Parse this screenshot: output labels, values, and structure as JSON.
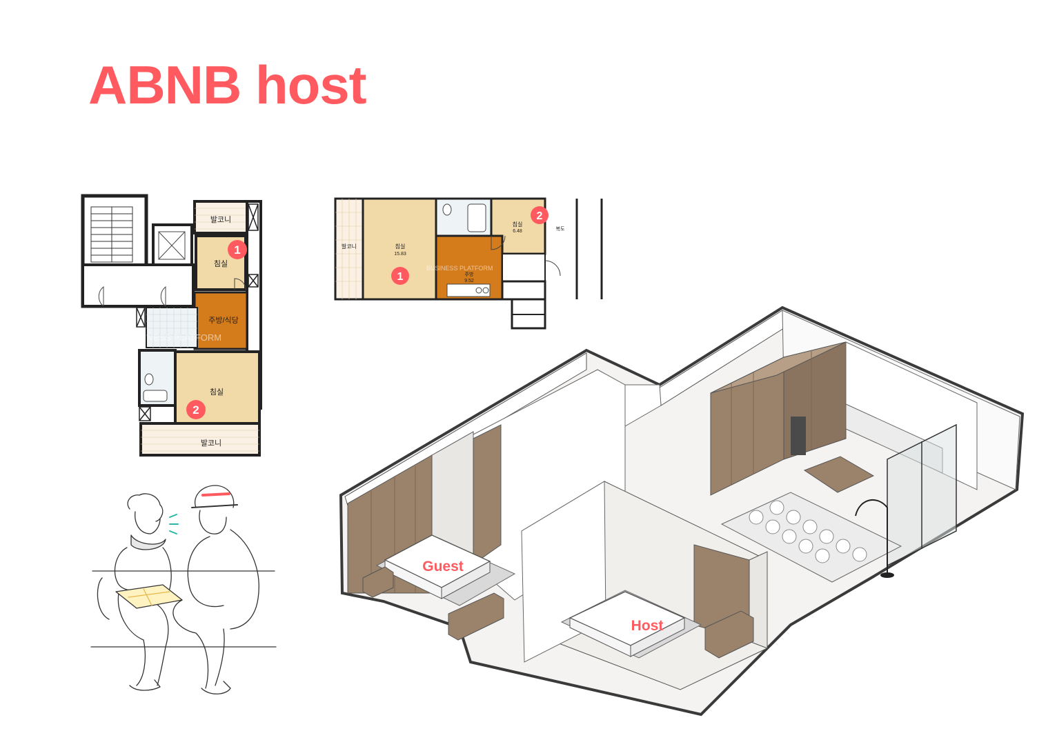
{
  "title": "ABNB host",
  "accent_color": "#ff5a5f",
  "plan_left": {
    "balcony_top": "발코니",
    "bedroom_1": "침실",
    "kitchen_dining": "주방/식당",
    "bedroom_2": "침실",
    "balcony_bottom": "발코니",
    "watermark": "SINESS PLATFORM",
    "badge_1": "1",
    "badge_2": "2"
  },
  "plan_right": {
    "balcony": "발코니",
    "bedroom_1": "침실",
    "bedroom_1_area": "15.83",
    "bedroom_2": "침실",
    "bedroom_2_area": "6.48",
    "kitchen": "주방",
    "kitchen_area": "9.52",
    "corridor": "복도",
    "watermark": "BUSINESS PLATFORM",
    "badge_1": "1",
    "badge_2": "2"
  },
  "isometric": {
    "guest_label": "Guest",
    "host_label": "Host"
  },
  "illustration": {
    "icon": "two-people-talking-illustration"
  }
}
